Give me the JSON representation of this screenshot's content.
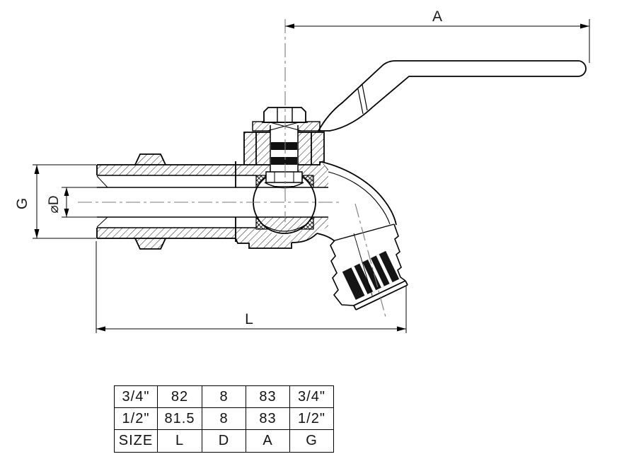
{
  "dims": {
    "top": "A",
    "bottom": "L",
    "outer": "G",
    "bore": "⌀D"
  },
  "table": {
    "rows": [
      [
        "3/4\"",
        "82",
        "8",
        "83",
        "3/4\""
      ],
      [
        "1/2\"",
        "81.5",
        "8",
        "83",
        "1/2\""
      ],
      [
        "SIZE",
        "L",
        "D",
        "A",
        "G"
      ]
    ]
  }
}
